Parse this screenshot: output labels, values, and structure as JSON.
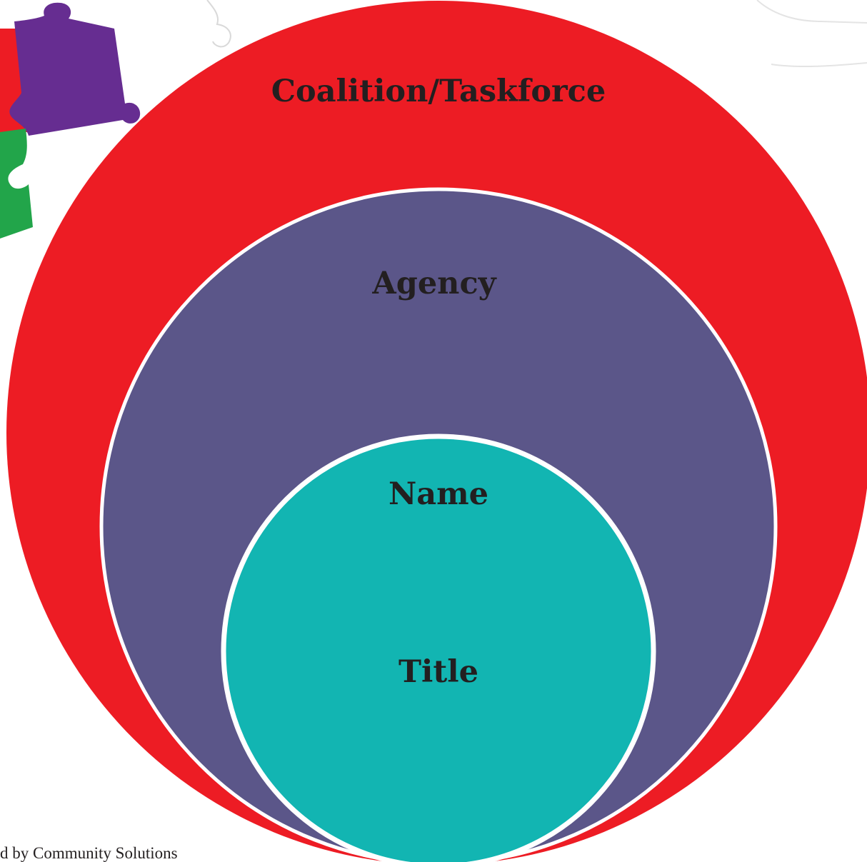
{
  "diagram": {
    "outer": {
      "label": "Coalition/Taskforce"
    },
    "middle": {
      "label": "Agency"
    },
    "inner": {
      "name_label": "Name",
      "title_label": "Title"
    }
  },
  "footer": {
    "credit": "d by Community Solutions"
  },
  "colors": {
    "outer_circle": "#ed1c24",
    "middle_circle": "#5b5689",
    "inner_circle": "#12b5b2",
    "circle_border": "#ffffff",
    "label_text": "#231f20",
    "puzzle_purple": "#662d91",
    "puzzle_red": "#ed1c24",
    "puzzle_green": "#22a54a",
    "puzzle_outline": "#d9d9d9"
  }
}
